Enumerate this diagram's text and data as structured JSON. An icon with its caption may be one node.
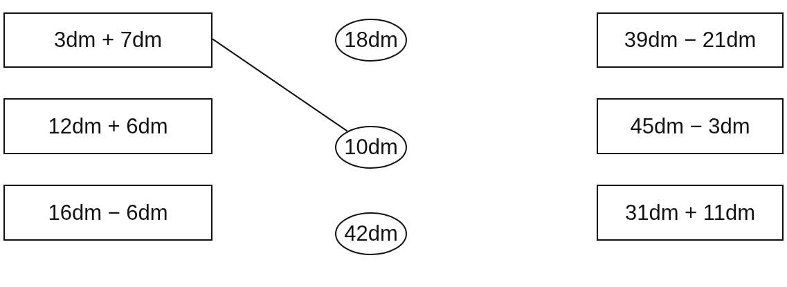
{
  "diagram": {
    "nodes": [
      {
        "text": [
          "3dm + 7dm"
        ]
      },
      {
        "text": [
          "18dm"
        ]
      },
      {
        "text": [
          "39dm − 21dm"
        ]
      },
      {
        "text": [
          "12dm + 6dm"
        ]
      },
      {
        "text": [
          "10dm"
        ]
      },
      {
        "text": [
          "45dm − 3dm"
        ]
      },
      {
        "text": [
          "16dm − 6dm"
        ]
      },
      {
        "text": [
          "42dm"
        ]
      },
      {
        "text": [
          "31dm + 11dm"
        ]
      }
    ],
    "edges": [
      {
        "from": 0,
        "to": 4,
        "arrow": "none"
      }
    ]
  }
}
